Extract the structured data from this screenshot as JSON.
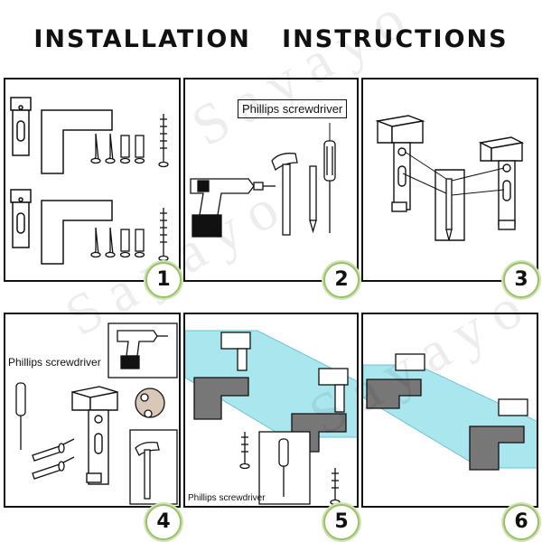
{
  "header": {
    "title": "INSTALLATION   INSTRUCTIONS"
  },
  "watermark": {
    "text": "Sayayo"
  },
  "steps": [
    {
      "number": "1"
    },
    {
      "number": "2",
      "tool_label": "Phillips screwdriver"
    },
    {
      "number": "3"
    },
    {
      "number": "4",
      "tool_label": "Phillips screwdriver"
    },
    {
      "number": "5",
      "tool_label": "Phillips screwdriver"
    },
    {
      "number": "6"
    }
  ],
  "colors": {
    "glass": "#a9e6ee",
    "badge_ring": "#9bc06a",
    "outline": "#111111"
  }
}
